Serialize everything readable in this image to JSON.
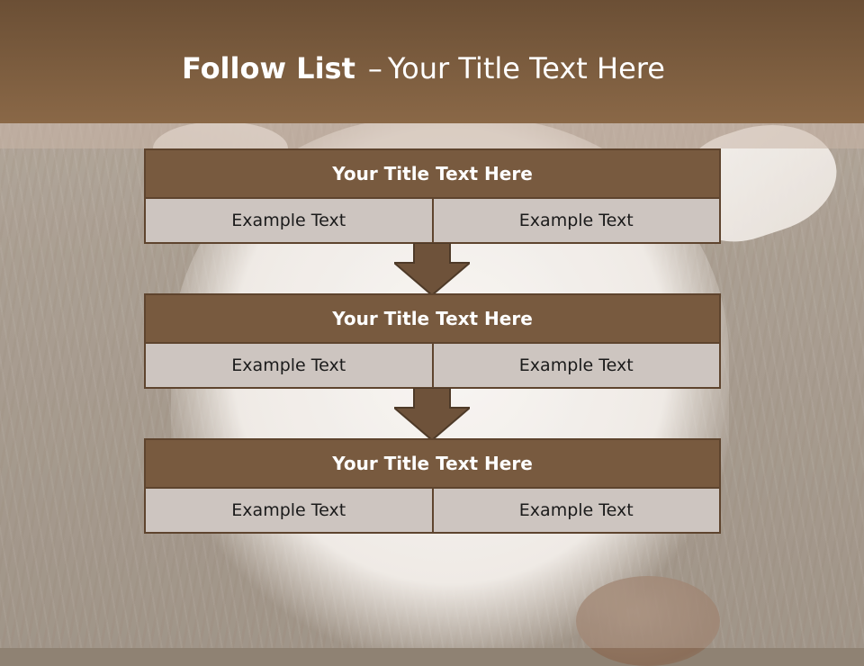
{
  "slide": {
    "title_strong": "Follow List",
    "title_separator": "–",
    "title_rest": "Your Title Text Here"
  },
  "blocks": [
    {
      "title": "Your Title Text Here",
      "left": "Example Text",
      "right": "Example Text"
    },
    {
      "title": "Your Title Text Here",
      "left": "Example Text",
      "right": "Example Text"
    },
    {
      "title": "Your Title Text Here",
      "left": "Example Text",
      "right": "Example Text"
    }
  ],
  "colors": {
    "title_bar": "#7a5b3e",
    "block_header": "#785a3f",
    "cell_fill": "#cdc5c0",
    "border": "#5e442e",
    "arrow": "#6e523a"
  },
  "icons": [
    "down-arrow-icon",
    "down-arrow-icon"
  ]
}
